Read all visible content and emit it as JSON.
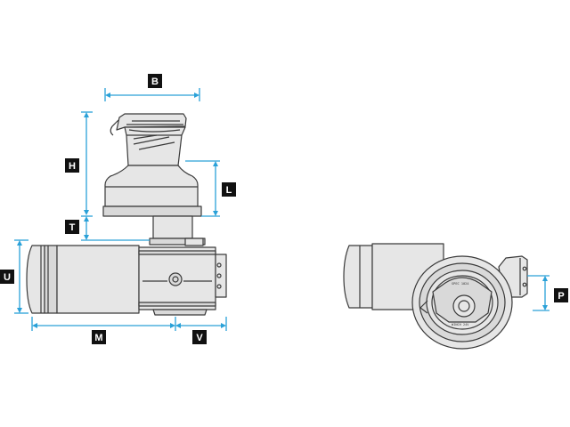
{
  "labels": {
    "B": "B",
    "H": "H",
    "L": "L",
    "T": "T",
    "U": "U",
    "M": "M",
    "V": "V",
    "P": "P"
  },
  "colors": {
    "dimension_line": "#2aa1d8",
    "label_badge": "#111111",
    "outline": "#3a3a3a",
    "body_fill": "#e6e6e6"
  }
}
